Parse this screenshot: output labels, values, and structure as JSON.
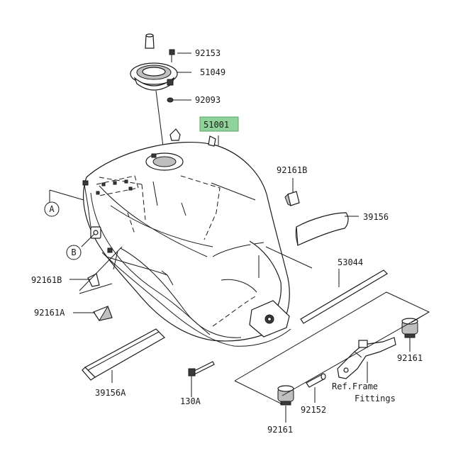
{
  "labels": {
    "p92153": "92153",
    "p51049": "51049",
    "p92093": "92093",
    "p51001": "51001",
    "p92161B_right": "92161B",
    "p39156": "39156",
    "p53044": "53044",
    "p92161B_left": "92161B",
    "p92161A": "92161A",
    "p39156A": "39156A",
    "p130A": "130A",
    "p92161_right": "92161",
    "p92161_bottom": "92161",
    "p92152": "92152",
    "ref_line1": "Ref.Frame",
    "ref_line2": "Fittings",
    "callout_a": "A",
    "callout_b": "B"
  },
  "highlight_color": "#8fd39a"
}
